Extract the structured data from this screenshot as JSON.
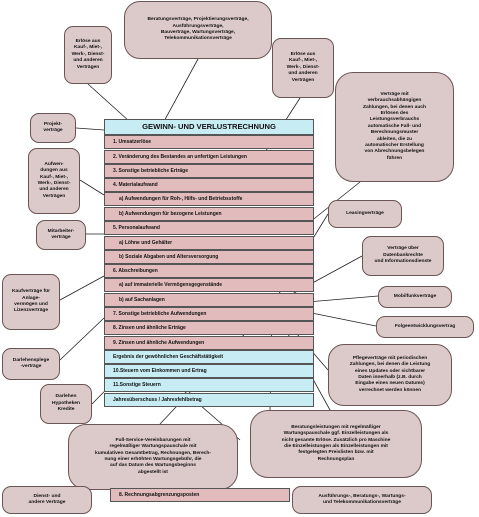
{
  "table": {
    "title": "GEWINN- UND VERLUSTRECHNUNG",
    "rows": [
      {
        "text": "1. Umsatzerlöse",
        "kind": "main"
      },
      {
        "text": "2. Veränderung des Bestandes an unfertigen Leistungen",
        "kind": "main"
      },
      {
        "text": "3. Sonstige betriebliche Erträge",
        "kind": "main"
      },
      {
        "text": "4. Materialaufwand",
        "kind": "main"
      },
      {
        "text": "a) Aufwendungen für Roh-, Hilfs- und Betriebsstoffe",
        "kind": "sub"
      },
      {
        "text": "b) Aufwendungen für bezogene Leistungen",
        "kind": "sub"
      },
      {
        "text": "5. Personalaufwand",
        "kind": "main"
      },
      {
        "text": "a) Löhne und Gehälter",
        "kind": "sub"
      },
      {
        "text": "b) Soziale Abgaben und Altersversorgung",
        "kind": "sub"
      },
      {
        "text": "6. Abschreibungen",
        "kind": "main"
      },
      {
        "text": "a) auf immaterielle Vermögensgegenstände",
        "kind": "sub"
      },
      {
        "text": "b) auf Sachanlagen",
        "kind": "sub"
      },
      {
        "text": "7. Sonstige betriebliche Aufwendungen",
        "kind": "main"
      },
      {
        "text": "8. Zinsen und ähnliche Erträge",
        "kind": "main"
      },
      {
        "text": "9. Zinsen und ähnliche Aufwendungen",
        "kind": "main"
      },
      {
        "text": "Ergebnis der gewöhnlichen Geschäftstätigkeit",
        "kind": "hl"
      },
      {
        "text": "10.Steuern vom Einkommen und Ertrag",
        "kind": "hl"
      },
      {
        "text": "11.Sonstige Steuern",
        "kind": "hl"
      },
      {
        "text": "Jahresüberschuss / Jahresfehlbetrag",
        "kind": "hl"
      }
    ],
    "bottom_fragment": "8. Rechnungsabgrenzungsposten"
  },
  "callouts": [
    {
      "id": "erloese",
      "text": "Erlöse aus\nKauf-, Miet-,\nWerk-, Dienst-\nund anderen\nVerträgen"
    },
    {
      "id": "vertragsarten",
      "text": "Beratungsverträge, Projektierungsverträge,\nAusführungsverträge,\nBauverträge, Wartungsverträge,\nTelekommunikationsverträge"
    },
    {
      "id": "erloese2",
      "text": "Erlöse aus\nKauf-, Miet-,\nWerk-, Dienst-\nund anderen\nVerträgen"
    },
    {
      "id": "projekt",
      "text": "Projekt-\nverträge"
    },
    {
      "id": "aufwendungen",
      "text": "Aufwen-\ndungen aus\nKauf-, Miet-,\nWerk-, Dienst-\nund anderen\nVerträgen"
    },
    {
      "id": "verbrauch",
      "text": "Verträge mit\nverbrauchsabhängigen\nZahlungen, bei denen auch\nErlösen des\nLeistungsverbrauchs\nautomatische Fall- und\nBerechnungsmuster\nableiten, die zu\nautomatischer Erstellung\nvon Abrechnungsbelegen\nführen"
    },
    {
      "id": "leasing",
      "text": "Leasingverträge"
    },
    {
      "id": "mitarbeiter",
      "text": "Mitarbeiter-\nverträge"
    },
    {
      "id": "daten",
      "text": "Verträge über\nDatenbankrechte\nund Informationsdienste"
    },
    {
      "id": "kauf",
      "text": "Kaufverträge für\nAnlage-\nvermögen und\nLizenzverträge"
    },
    {
      "id": "mobilfunk",
      "text": "Mobilfunkverträge"
    },
    {
      "id": "folgeentwicklung",
      "text": "Folgeentwicklungsvertrag"
    },
    {
      "id": "darlehen",
      "text": "Darlehensplege\n-verträge"
    },
    {
      "id": "pflege",
      "text": "Pflegeverträge mit periodischen\nZahlungen, bei denen die Leistung\neines Updates oder sichtbarer\nDaten innerhalb (z.B. durch\nEingabe eines neuen Datums)\nverrechnet werden können"
    },
    {
      "id": "kredite",
      "text": "Darlehen\nHypotheken\nKredite"
    },
    {
      "id": "fullservice",
      "text": "Full-Service-Vereinbarungen mit\nregelmäßiger Wartungspauschale mit\nkumulativen Gesamtbetrag, Rechnungen, Berech-\nnung einer erhöhten Wartungsgebühr, die\nauf das Datum des Wartungsbeginns\nabgestellt ist"
    },
    {
      "id": "betrieb",
      "text": "Beratungsleistungen mit regelmäßiger\nWartungspauschale ggf. Einzelleistungen als\nnicht gesamte Erlöse. Zusätzlich pro Maschine\ndie Einzelleistungen als Einzelleistungen mit\nfestgelegten Preislisten bzw. mit\nRechnungsplan"
    },
    {
      "id": "dienst",
      "text": "Dienst- und\nandere Verträge"
    },
    {
      "id": "tele",
      "text": "Ausführungs-, Beratungs-, Wartungs-\nund Telekommunikationsverträge"
    }
  ]
}
